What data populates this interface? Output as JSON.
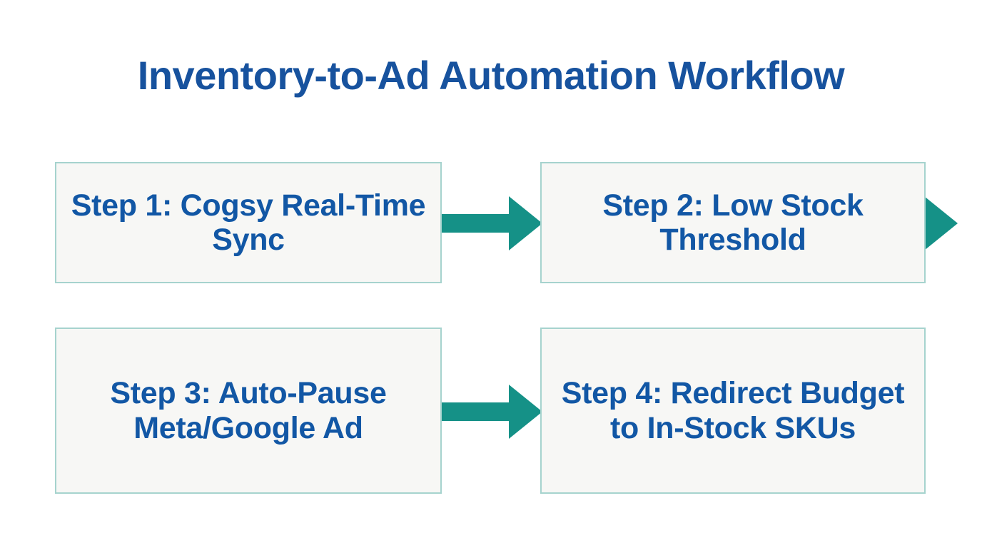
{
  "slide": {
    "title": "Inventory-to-Ad Automation Workflow",
    "background_color": "#ffffff",
    "title_color": "#17529e"
  },
  "theme": {
    "box_fill": "#f7f7f5",
    "box_border": "#a6d3ce",
    "box_text_color": "#1257a5",
    "arrow_color": "#159187"
  },
  "diagram": {
    "type": "process-flow",
    "steps": [
      {
        "id": "step-1",
        "label": "Step 1: Cogsy Real-Time Sync"
      },
      {
        "id": "step-2",
        "label": "Step 2: Low Stock Threshold"
      },
      {
        "id": "step-3",
        "label": "Step 3: Auto-Pause Meta/Google Ad"
      },
      {
        "id": "step-4",
        "label": "Step 4: Redirect Budget to In-Stock SKUs"
      }
    ],
    "connectors": [
      {
        "id": "arrow-1",
        "from": "step-1",
        "to": "step-2",
        "direction": "right",
        "shape": "block-arrow"
      },
      {
        "id": "arrow-2",
        "from": "step-3",
        "to": "step-4",
        "direction": "right",
        "shape": "block-arrow"
      },
      {
        "id": "arrow-3",
        "from": "step-2",
        "to": "",
        "direction": "right",
        "shape": "arrowhead-clipped"
      }
    ]
  }
}
